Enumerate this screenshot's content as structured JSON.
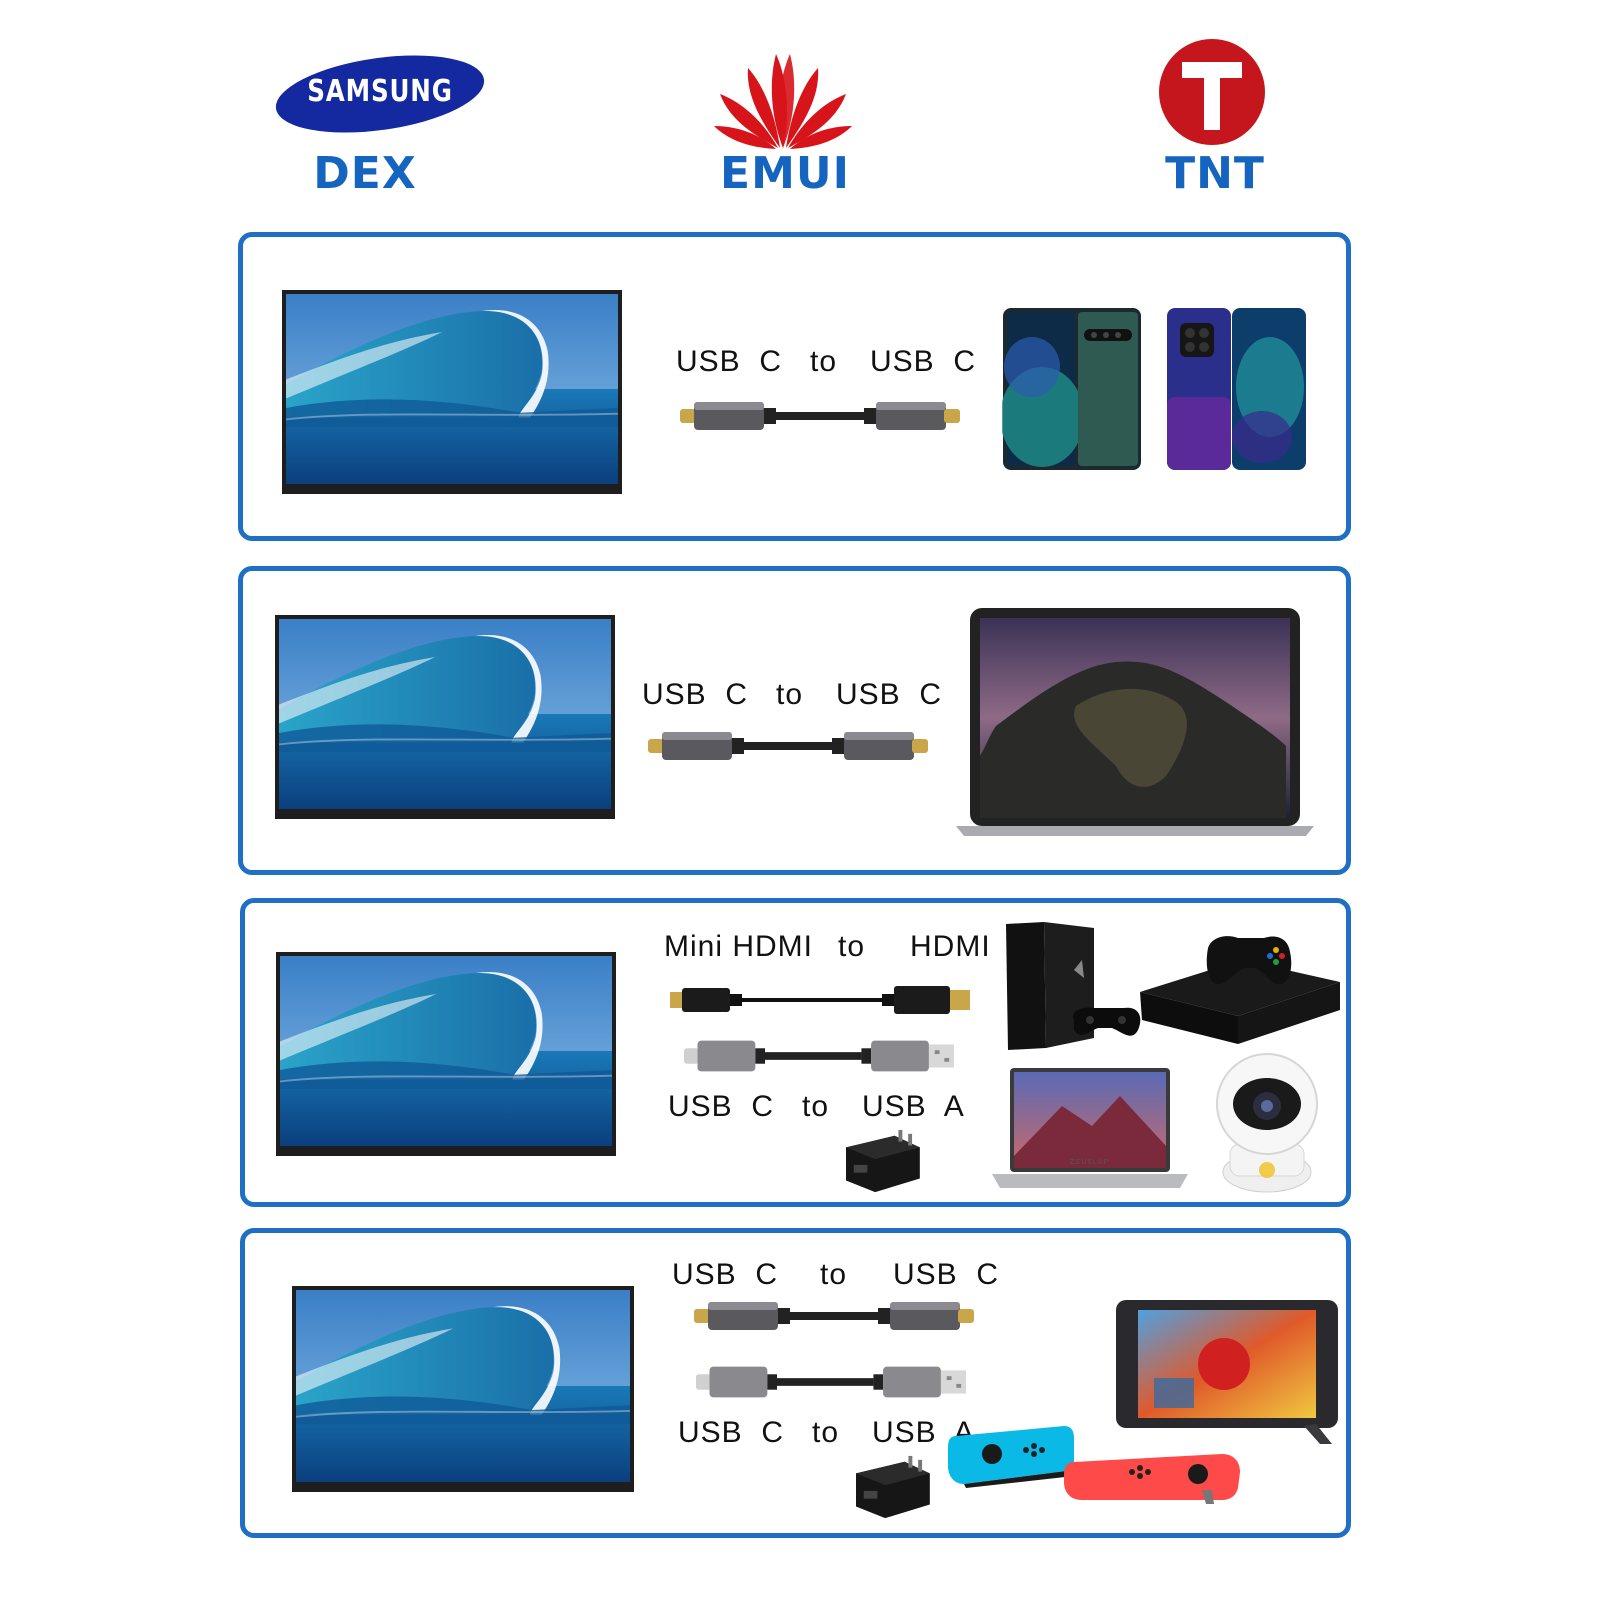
{
  "logos": {
    "samsung": {
      "brand": "SAMSUNG",
      "caption": "DEX"
    },
    "huawei": {
      "caption": "EMUI"
    },
    "tnt": {
      "caption": "TNT"
    }
  },
  "panels": [
    {
      "cables": [
        {
          "left": "USB  C",
          "mid": "to",
          "right": "USB  C"
        }
      ],
      "devices": [
        "samsung-phone",
        "huawei-phone"
      ]
    },
    {
      "cables": [
        {
          "left": "USB  C",
          "mid": "to",
          "right": "USB  C"
        }
      ],
      "devices": [
        "laptop"
      ]
    },
    {
      "cables": [
        {
          "left": "Mini HDMI",
          "mid": "to",
          "right": "HDMI"
        },
        {
          "left": "USB  C",
          "mid": "to",
          "right": "USB  A"
        }
      ],
      "devices": [
        "game-console",
        "xbox",
        "laptop",
        "security-camera",
        "power-adapter"
      ],
      "laptop_brand": "ZEUSLAP"
    },
    {
      "cables": [
        {
          "left": "USB  C",
          "mid": "to",
          "right": "USB  C"
        },
        {
          "left": "USB  C",
          "mid": "to",
          "right": "USB  A"
        }
      ],
      "devices": [
        "nintendo-switch",
        "joy-con-blue",
        "joy-con-red",
        "power-adapter"
      ]
    }
  ],
  "colors": {
    "panel_border": "#1f6fc4",
    "logo_blue": "#1565c0",
    "huawei_red": "#d7141a",
    "tnt_red": "#c4161c"
  }
}
